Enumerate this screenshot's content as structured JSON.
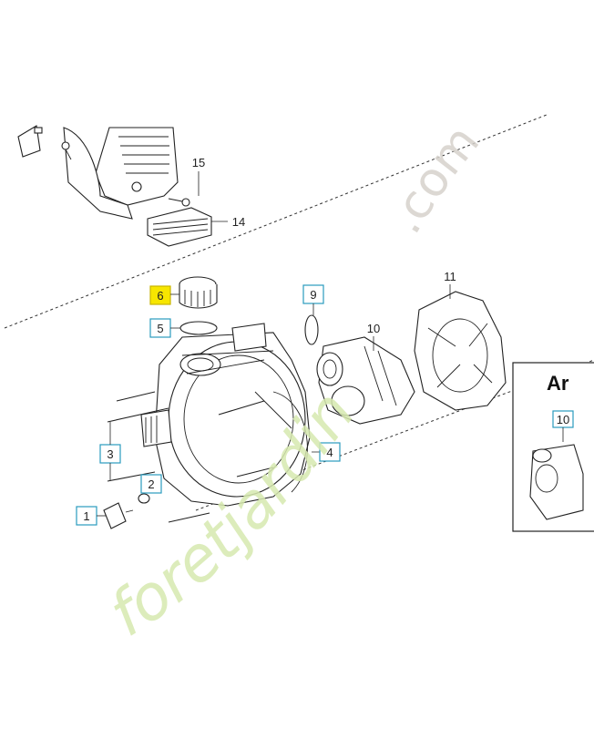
{
  "parts": [
    {
      "ref": "1",
      "highlighted": false,
      "boxed": true
    },
    {
      "ref": "2",
      "highlighted": false,
      "boxed": true
    },
    {
      "ref": "3",
      "highlighted": false,
      "boxed": true
    },
    {
      "ref": "4",
      "highlighted": false,
      "boxed": true
    },
    {
      "ref": "5",
      "highlighted": false,
      "boxed": true
    },
    {
      "ref": "6",
      "highlighted": true,
      "boxed": true
    },
    {
      "ref": "9",
      "highlighted": false,
      "boxed": true
    },
    {
      "ref": "10",
      "highlighted": false,
      "boxed": false
    },
    {
      "ref": "11",
      "highlighted": false,
      "boxed": false
    },
    {
      "ref": "14",
      "highlighted": false,
      "boxed": false
    },
    {
      "ref": "15",
      "highlighted": false,
      "boxed": false
    }
  ],
  "inset": {
    "title": "Ar",
    "ref": "10"
  },
  "watermark": {
    "text_curve": "foretjardin",
    "text_top": ".com"
  },
  "colors": {
    "highlight": "#f7e600",
    "label_border": "#2a9bbf",
    "watermark_green": "#d7e9b0",
    "watermark_gray": "#d6d2cc"
  }
}
